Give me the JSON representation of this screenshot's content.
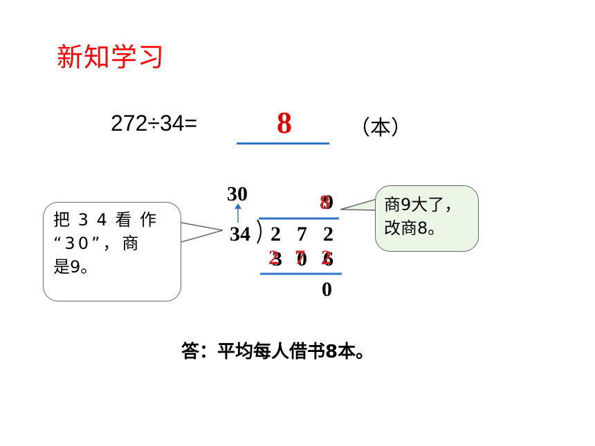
{
  "title": "新知学习",
  "equation": {
    "expression": "272÷34=",
    "answer": "8",
    "unit": "（本）"
  },
  "division": {
    "estimate": "30",
    "divisor": "34",
    "dividend_digits": [
      "2",
      "7",
      "2"
    ],
    "quotient_old": "9",
    "quotient_new": "8",
    "product_old": [
      "3",
      "0",
      "6"
    ],
    "product_new": [
      "2",
      "7",
      "2"
    ],
    "remainder": "0"
  },
  "bubbles": {
    "left_line1": "把 3 4 看 作",
    "left_line2": "“30”，商",
    "left_line3": "是9。",
    "right_line1": "商9大了，",
    "right_line2": "改商8。"
  },
  "final_answer": "答：平均每人借书8本。",
  "colors": {
    "title": "#ff0000",
    "answer": "#e00000",
    "line": "#2e74c6",
    "bubble_right_bg": "#ecf6e6"
  }
}
